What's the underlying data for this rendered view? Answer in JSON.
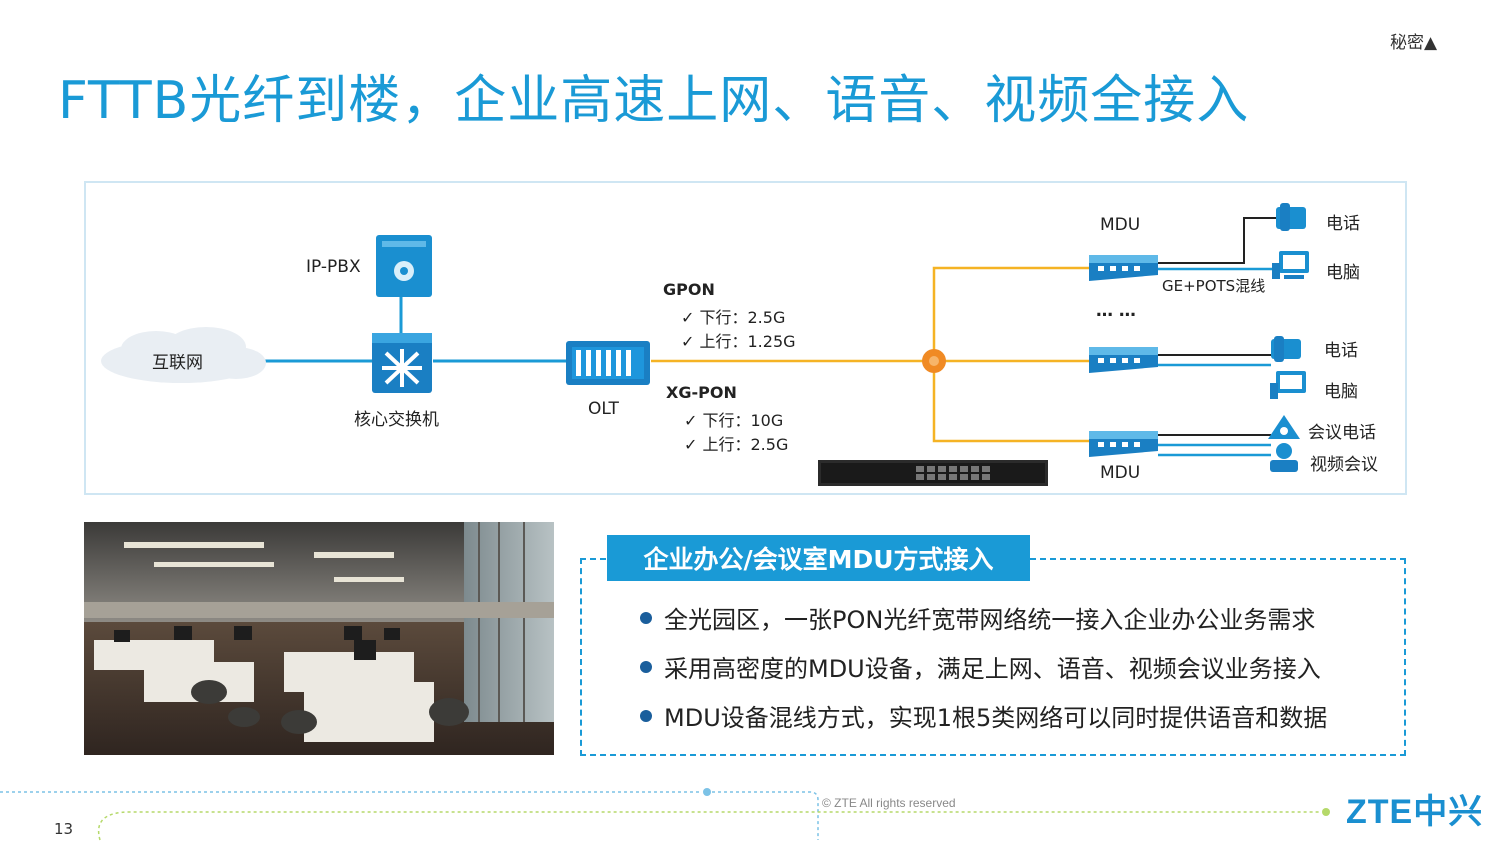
{
  "header": {
    "classification": "秘密▲",
    "title": "FTTB光纤到楼，企业高速上网、语音、视频全接入"
  },
  "diagram": {
    "ip_pbx": "IP-PBX",
    "internet": "互联网",
    "core_switch": "核心交换机",
    "olt": "OLT",
    "gpon": {
      "title": "GPON",
      "down": "✓    下行：2.5G",
      "up": "✓    上行：1.25G"
    },
    "xgpon": {
      "title": "XG-PON",
      "down": "✓    下行：10G",
      "up": "✓    上行：2.5G"
    },
    "mdu_top": "MDU",
    "mdu_bottom": "MDU",
    "ellipsis": "… …",
    "mixed_line": "GE+POTS混线",
    "devices": {
      "phone1": "电话",
      "pc1": "电脑",
      "phone2": "电话",
      "pc2": "电脑",
      "conf_phone": "会议电话",
      "video_conf": "视频会议"
    }
  },
  "info": {
    "heading": "企业办公/会议室MDU方式接入",
    "bullets": [
      "全光园区，一张PON光纤宽带网络统一接入企业办公业务需求",
      "采用高密度的MDU设备，满足上网、语音、视频会议业务接入",
      "MDU设备混线方式，实现1根5类网络可以同时提供语音和数据"
    ]
  },
  "footer": {
    "copyright": "© ZTE All rights reserved",
    "page": "13",
    "logo": "ZTE中兴"
  },
  "colors": {
    "brand_blue": "#1a9ad6",
    "fiber_orange": "#f5b324",
    "splitter": "#f08a24"
  }
}
